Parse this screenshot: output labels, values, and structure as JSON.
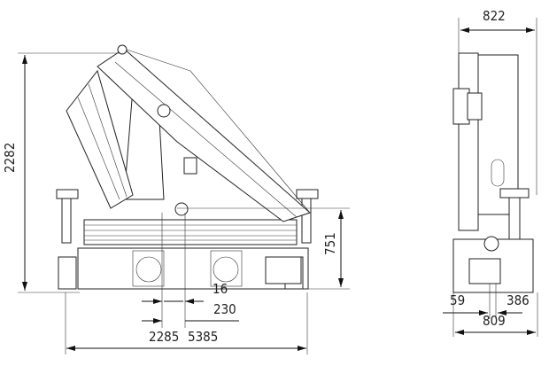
{
  "drawing": {
    "side_view": {
      "dimensions": {
        "height_total": "2282",
        "base_height": "751",
        "offset_small": "16",
        "offset_230": "230",
        "reach_2285": "2285",
        "reach_total": "5385"
      }
    },
    "rear_view": {
      "dimensions": {
        "top_width": "822",
        "left_offset": "59",
        "right_offset": "386",
        "bottom_width": "809"
      }
    }
  }
}
